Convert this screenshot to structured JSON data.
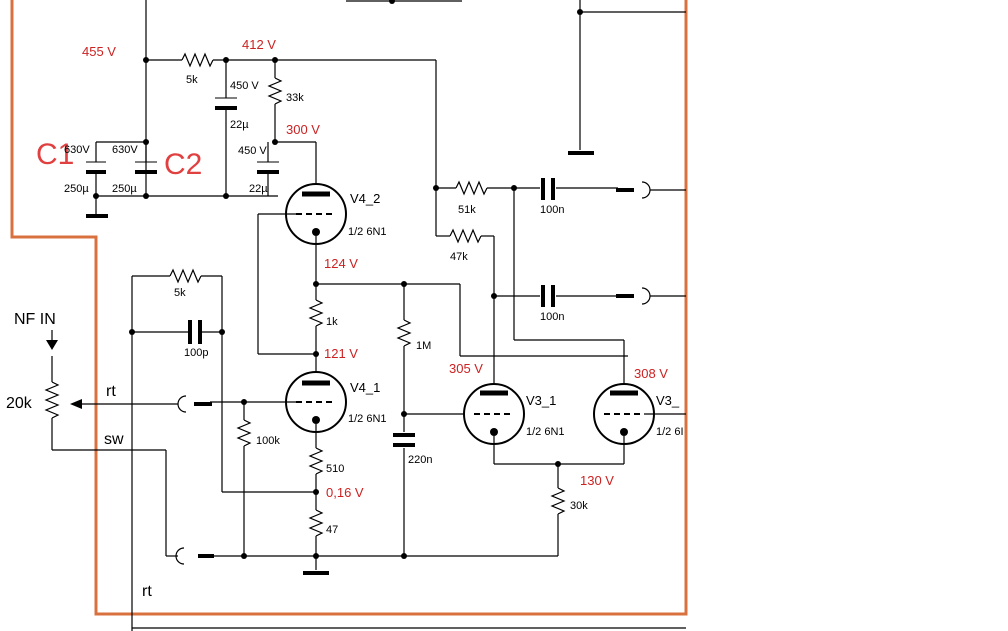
{
  "voltages": {
    "v455": "455 V",
    "v412": "412 V",
    "v300": "300 V",
    "v124": "124 V",
    "v121": "121 V",
    "v016": "0,16 V",
    "v305": "305 V",
    "v308": "308 V",
    "v130": "130 V"
  },
  "capacitor_labels": {
    "c1": "C1",
    "c2": "C2",
    "c1_voltage": "630V",
    "c1_value": "250µ",
    "c2_voltage": "630V",
    "c2_value": "250µ",
    "c22_top_voltage": "450 V",
    "c22_top_value": "22µ",
    "c22_bottom_voltage": "450 V",
    "c22_bottom_value": "22µ",
    "c100p": "100p",
    "c100n_a": "100n",
    "c100n_b": "100n",
    "c220n": "220n"
  },
  "resistor_labels": {
    "r5k_top": "5k",
    "r33k": "33k",
    "r51k": "51k",
    "r47k": "47k",
    "r5k_fb": "5k",
    "r1k": "1k",
    "r1M": "1M",
    "r100k": "100k",
    "r510": "510",
    "r47": "47",
    "r30k": "30k",
    "pot": "20k"
  },
  "tube_labels": {
    "v4_2_name": "V4_2",
    "v4_2_type": "1/2 6N1",
    "v4_1_name": "V4_1",
    "v4_1_type": "1/2 6N1",
    "v3_1_name": "V3_1",
    "v3_1_type": "1/2 6N1",
    "v3_2_name": "V3_",
    "v3_2_type": "1/2 6I"
  },
  "io_labels": {
    "nf_in": "NF IN",
    "rt_top": "rt",
    "sw": "sw",
    "rt_bottom": "rt"
  }
}
